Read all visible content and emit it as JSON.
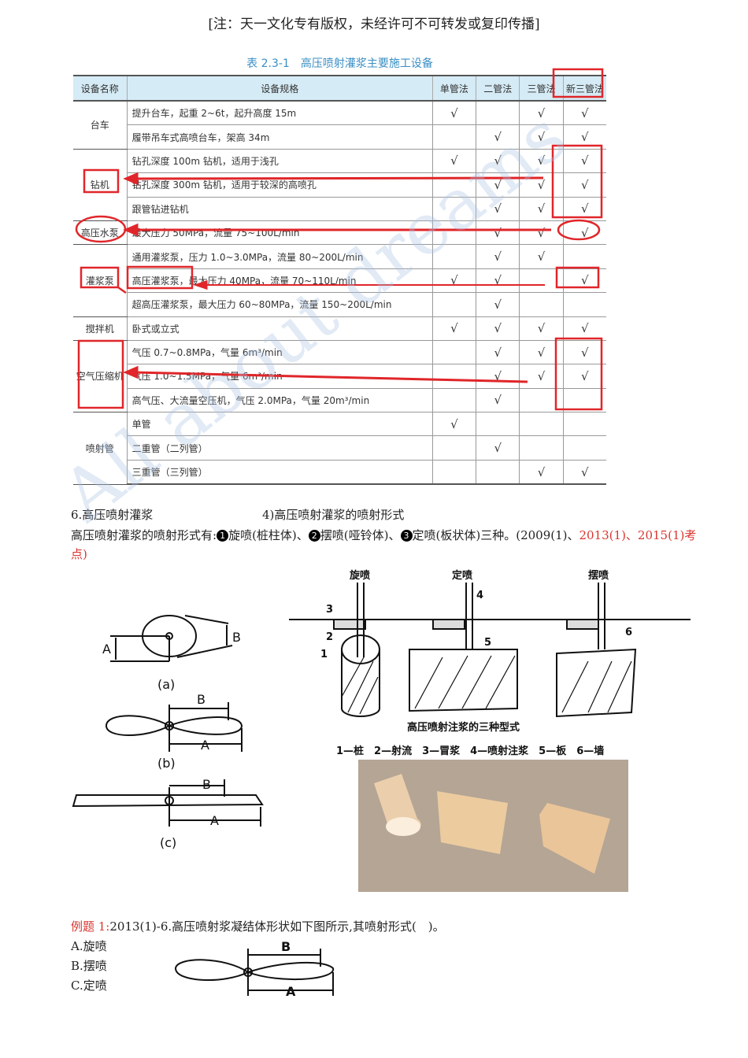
{
  "note": "[注：天一文化专有版权，未经许可不可转发或复印传播]",
  "table": {
    "title": "表 2.3-1　高压喷射灌浆主要施工设备",
    "headers": [
      "设备名称",
      "设备规格",
      "单管法",
      "二管法",
      "三管法",
      "新三管法"
    ],
    "check": "√",
    "groups": [
      {
        "name": "台车",
        "rows": [
          {
            "spec": "提升台车，起重 2~6t，起升高度 15m",
            "checks": [
              true,
              false,
              true,
              true
            ]
          },
          {
            "spec": "履带吊车式高喷台车，架高 34m",
            "checks": [
              false,
              true,
              true,
              true
            ]
          }
        ]
      },
      {
        "name": "钻机",
        "rows": [
          {
            "spec": "钻孔深度 100m 钻机，适用于浅孔",
            "checks": [
              true,
              true,
              true,
              true
            ]
          },
          {
            "spec": "钻孔深度 300m 钻机，适用于较深的高喷孔",
            "checks": [
              false,
              true,
              true,
              true
            ]
          },
          {
            "spec": "跟管钻进钻机",
            "checks": [
              false,
              true,
              true,
              true
            ]
          }
        ]
      },
      {
        "name": "高压水泵",
        "rows": [
          {
            "spec": "最大压力 50MPa，流量 75~100L/min",
            "checks": [
              false,
              true,
              true,
              true
            ]
          }
        ]
      },
      {
        "name": "灌浆泵",
        "rows": [
          {
            "spec": "通用灌浆泵，压力 1.0~3.0MPa，流量 80~200L/min",
            "checks": [
              false,
              true,
              true,
              false
            ]
          },
          {
            "spec": "高压灌浆泵，最大压力 40MPa，流量 70~110L/min",
            "checks": [
              true,
              true,
              false,
              true
            ]
          },
          {
            "spec": "超高压灌浆泵，最大压力 60~80MPa，流量 150~200L/min",
            "checks": [
              false,
              true,
              false,
              false
            ]
          }
        ]
      },
      {
        "name": "搅拌机",
        "rows": [
          {
            "spec": "卧式或立式",
            "checks": [
              true,
              true,
              true,
              true
            ]
          }
        ]
      },
      {
        "name": "空气压缩机",
        "rows": [
          {
            "spec": "气压 0.7~0.8MPa，气量 6m³/min",
            "checks": [
              false,
              true,
              true,
              true
            ]
          },
          {
            "spec": "气压 1.0~1.5MPa，气量 6m³/min",
            "checks": [
              false,
              true,
              true,
              true
            ]
          },
          {
            "spec": "高气压、大流量空压机，气压 2.0MPa，气量 20m³/min",
            "checks": [
              false,
              true,
              false,
              false
            ]
          }
        ]
      },
      {
        "name": "喷射管",
        "rows": [
          {
            "spec": "单管",
            "checks": [
              true,
              false,
              false,
              false
            ]
          },
          {
            "spec": "二重管（二列管）",
            "checks": [
              false,
              true,
              false,
              false
            ]
          },
          {
            "spec": "三重管（三列管）",
            "checks": [
              false,
              false,
              true,
              true
            ]
          }
        ]
      }
    ]
  },
  "section": {
    "heading": "6.高压喷射灌浆",
    "subheading": "4)高压喷射灌浆的喷射形式",
    "body_prefix": "高压喷射灌浆的喷射形式有:",
    "items": [
      {
        "num": "1",
        "text": "旋喷(桩柱体)、"
      },
      {
        "num": "2",
        "text": "摆喷(哑铃体)、"
      },
      {
        "num": "3",
        "text": "定喷(板状体)三种。"
      }
    ],
    "cite_black": "(2009(1)、",
    "cite_red": "2013(1)、2015(1)考点)"
  },
  "fig_left": {
    "a": "(a)",
    "b": "(b)",
    "c": "(c)",
    "A": "A",
    "B": "B"
  },
  "fig_right": {
    "labels": [
      "旋喷",
      "定喷",
      "摆喷"
    ],
    "nums": [
      "1",
      "2",
      "3",
      "4",
      "5",
      "6"
    ],
    "caption": "高压喷射注浆的三种型式",
    "legend": "1—桩　2—射流　3—冒浆　4—喷射注浆　5—板　6—墙"
  },
  "example": {
    "label": "例题 1:",
    "question": "2013(1)-6.高压喷射浆凝结体形状如下图所示,其喷射形式(　)。",
    "options": [
      "A.旋喷",
      "B.摆喷",
      "C.定喷"
    ],
    "fig": {
      "A": "A",
      "B": "B"
    }
  },
  "watermark": "All about dreams",
  "colors": {
    "annotation_red": "#e0262a",
    "title_blue": "#3a8fc5",
    "header_bg": "#d5ebf5"
  }
}
